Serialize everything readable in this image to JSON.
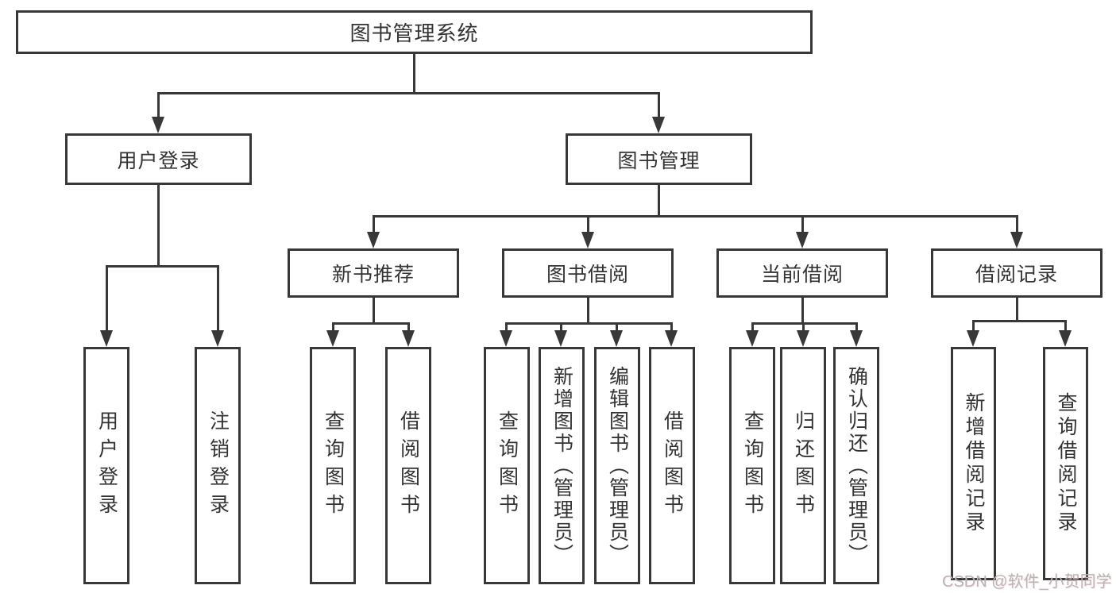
{
  "diagram": {
    "title": "图书管理系统",
    "type": "hierarchy-tree",
    "colors": {
      "line": "#383838",
      "text": "#333333",
      "background": "#ffffff",
      "watermark": "#b6b6b6"
    },
    "nodes": {
      "root": {
        "label": "图书管理系统",
        "children": [
          "user_login",
          "book_mgmt"
        ]
      },
      "user_login": {
        "label": "用户登录",
        "children": [
          "leaf_user_login",
          "leaf_logout"
        ]
      },
      "book_mgmt": {
        "label": "图书管理",
        "children": [
          "new_book_rec",
          "book_borrow",
          "current_borrow",
          "borrow_record"
        ]
      },
      "new_book_rec": {
        "label": "新书推荐",
        "children": [
          "leaf_query_book_1",
          "leaf_borrow_book_1"
        ]
      },
      "book_borrow": {
        "label": "图书借阅",
        "children": [
          "leaf_query_book_2",
          "leaf_add_book",
          "leaf_edit_book",
          "leaf_borrow_book_2"
        ]
      },
      "current_borrow": {
        "label": "当前借阅",
        "children": [
          "leaf_query_book_3",
          "leaf_return_book",
          "leaf_confirm_return"
        ]
      },
      "borrow_record": {
        "label": "借阅记录",
        "children": [
          "leaf_add_record",
          "leaf_query_record"
        ]
      },
      "leaf_user_login": {
        "label": "用户登录"
      },
      "leaf_logout": {
        "label": "注销登录"
      },
      "leaf_query_book_1": {
        "label": "查询图书"
      },
      "leaf_borrow_book_1": {
        "label": "借阅图书"
      },
      "leaf_query_book_2": {
        "label": "查询图书"
      },
      "leaf_add_book": {
        "label": "新增图书（管理员）"
      },
      "leaf_edit_book": {
        "label": "编辑图书（管理员）"
      },
      "leaf_borrow_book_2": {
        "label": "借阅图书"
      },
      "leaf_query_book_3": {
        "label": "查询图书"
      },
      "leaf_return_book": {
        "label": "归还图书"
      },
      "leaf_confirm_return": {
        "label": "确认归还（管理员）"
      },
      "leaf_add_record": {
        "label": "新增借阅记录"
      },
      "leaf_query_record": {
        "label": "查询借阅记录"
      }
    },
    "watermark": "CSDN @软件_小贺同学"
  }
}
